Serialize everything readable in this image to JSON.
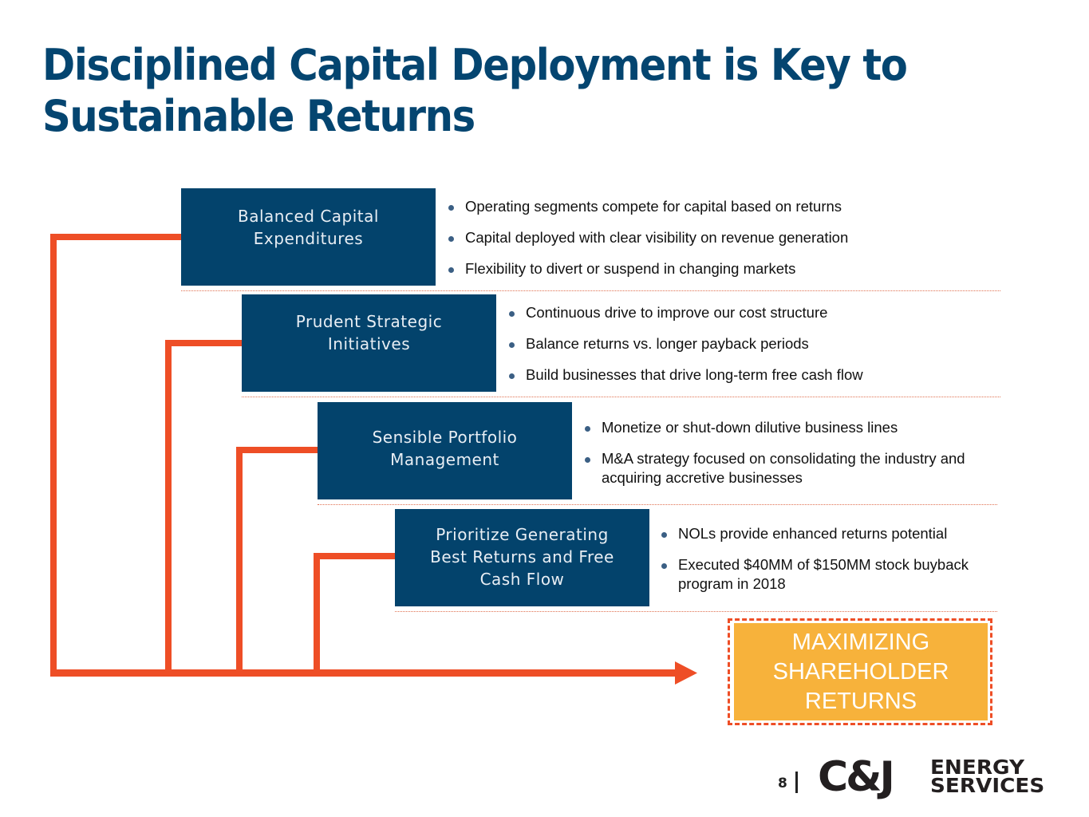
{
  "title": {
    "line1": "Disciplined Capital Deployment is Key to",
    "line2": "Sustainable Returns"
  },
  "steps": [
    {
      "label": "Balanced Capital Expenditures",
      "bullets": [
        "Operating segments compete for capital based on returns",
        "Capital deployed with clear visibility on revenue generation",
        "Flexibility to divert or suspend in changing markets"
      ]
    },
    {
      "label": "Prudent Strategic Initiatives",
      "bullets": [
        "Continuous drive to improve our cost structure",
        "Balance returns vs. longer payback periods",
        "Build businesses that drive long-term free cash flow"
      ]
    },
    {
      "label": "Sensible Portfolio Management",
      "bullets": [
        "Monetize or shut-down dilutive business lines",
        "M&A strategy focused on consolidating the industry and acquiring accretive businesses"
      ]
    },
    {
      "label": "Prioritize Generating Best Returns and Free Cash Flow",
      "bullets": [
        "NOLs provide enhanced returns potential",
        "Executed $40MM of $150MM stock buyback program in 2018"
      ]
    }
  ],
  "goal": {
    "label": "MAXIMIZING SHAREHOLDER RETURNS"
  },
  "footer": {
    "page_number": "8",
    "logo_mark": "C&J",
    "logo_line1": "ENERGY",
    "logo_line2": "SERVICES"
  },
  "colors": {
    "title": "#044570",
    "box": "#03436C",
    "connector": "#EE4E26",
    "goal": "#F7B23B"
  }
}
